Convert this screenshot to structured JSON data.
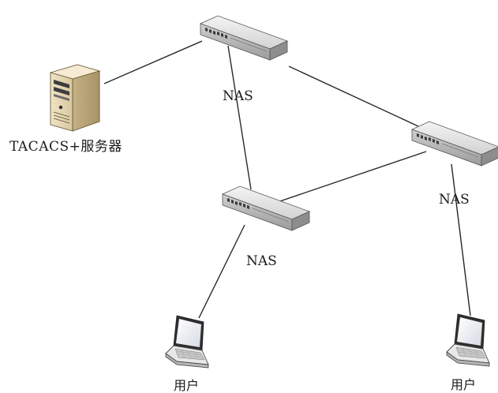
{
  "diagram": {
    "server": {
      "label": "TACACS+服务器",
      "icon": "server-tower-icon"
    },
    "nas_top": {
      "label": "NAS",
      "icon": "switch-icon"
    },
    "nas_middle": {
      "label": "NAS",
      "icon": "switch-icon"
    },
    "nas_right": {
      "label": "NAS",
      "icon": "switch-icon"
    },
    "user_left": {
      "label": "用户",
      "icon": "laptop-icon"
    },
    "user_right": {
      "label": "用户",
      "icon": "laptop-icon"
    },
    "links": [
      [
        "server",
        "nas_top"
      ],
      [
        "nas_top",
        "nas_right"
      ],
      [
        "nas_top",
        "nas_middle"
      ],
      [
        "nas_middle",
        "nas_right"
      ],
      [
        "nas_middle",
        "user_left"
      ],
      [
        "nas_right",
        "user_right"
      ]
    ]
  }
}
